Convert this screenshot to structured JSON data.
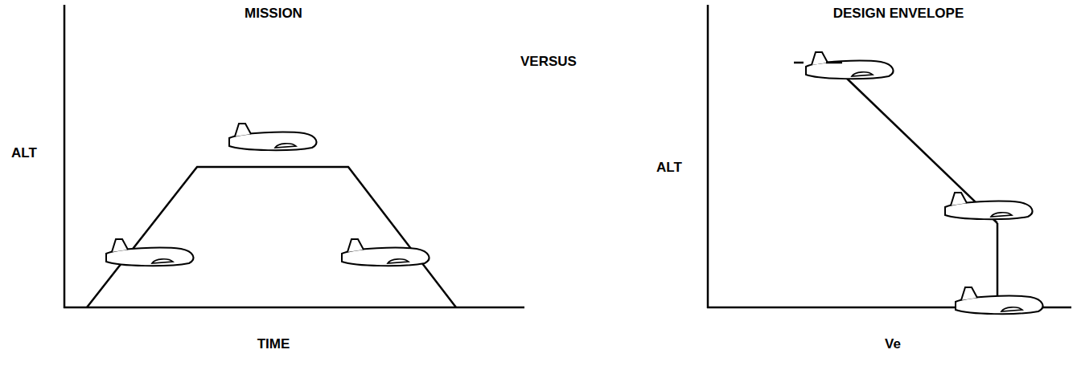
{
  "diagram": {
    "labels": [
      "MISSION",
      "VERSUS",
      "DESIGN ENVELOPE",
      "ALT",
      "TIME",
      "ALT",
      "Ve"
    ]
  }
}
